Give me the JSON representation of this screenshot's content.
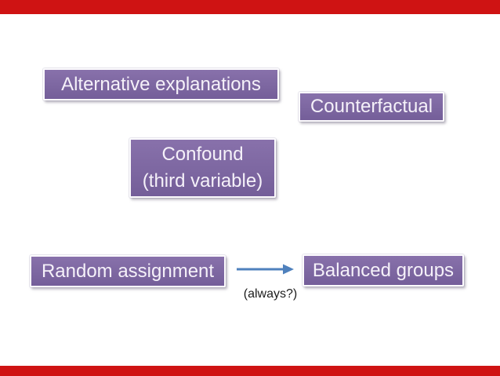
{
  "slide": {
    "background_color": "#ffffff",
    "accent_bar_color": "#cf1313",
    "box_fill_color": "#7d67a1",
    "box_text_color": "#f5f1f9",
    "arrow_color": "#4f81bd",
    "boxes": {
      "alternative": {
        "label": "Alternative explanations"
      },
      "counterfactual": {
        "label": "Counterfactual"
      },
      "confound": {
        "line1": "Confound",
        "line2": "(third variable)"
      },
      "random": {
        "label": "Random assignment"
      },
      "balanced": {
        "label": "Balanced groups"
      }
    },
    "arrow_caption": "(always?)"
  }
}
